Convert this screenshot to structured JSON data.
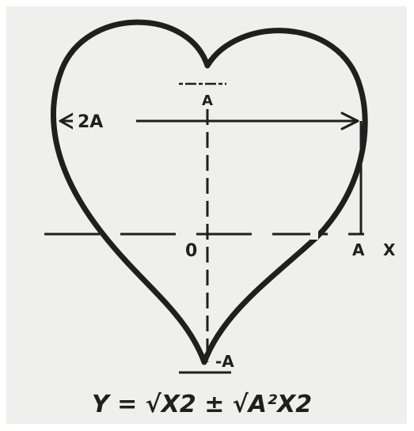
{
  "diagram": {
    "ink_color": "#1f1f1f",
    "paper_color": "#efefed",
    "labels": {
      "top_a": "A",
      "width": "2A",
      "origin": "0",
      "right_a": "A",
      "x_axis": "X",
      "bottom_a": "-A"
    },
    "formula": "Y = √X2 ± √A²X2"
  }
}
